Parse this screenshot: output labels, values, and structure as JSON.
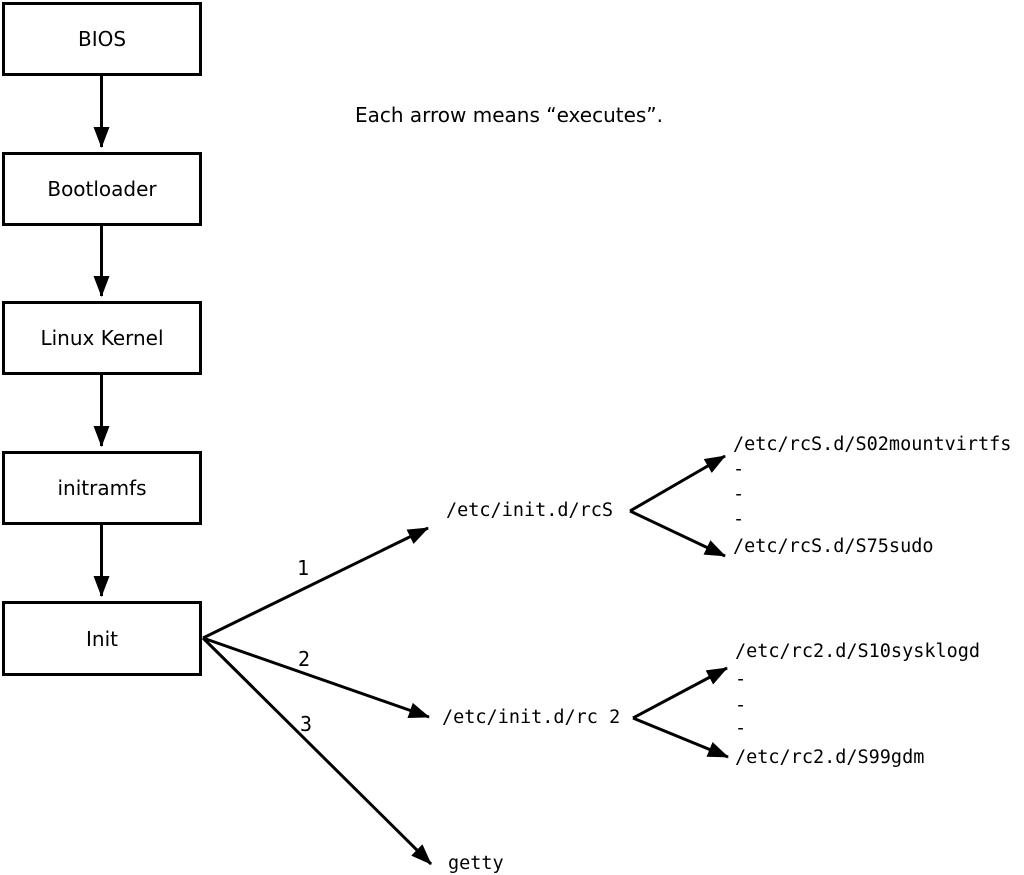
{
  "caption": "Each arrow means “executes”.",
  "colors": {
    "foreground": "#000000",
    "background": "#ffffff"
  },
  "chain": [
    {
      "label": "BIOS"
    },
    {
      "label": "Bootloader"
    },
    {
      "label": "Linux Kernel"
    },
    {
      "label": "initramfs"
    },
    {
      "label": "Init"
    }
  ],
  "branches": [
    {
      "number": "1",
      "target": "/etc/init.d/rcS"
    },
    {
      "number": "2",
      "target": "/etc/init.d/rc 2"
    },
    {
      "number": "3",
      "target": "getty"
    }
  ],
  "clusters": {
    "rcS": {
      "items": [
        "/etc/rcS.d/S02mountvirtfs",
        "-",
        "-",
        "-",
        "/etc/rcS.d/S75sudo"
      ]
    },
    "rc2": {
      "items": [
        "/etc/rc2.d/S10sysklogd",
        "-",
        "-",
        "-",
        "/etc/rc2.d/S99gdm"
      ]
    }
  }
}
